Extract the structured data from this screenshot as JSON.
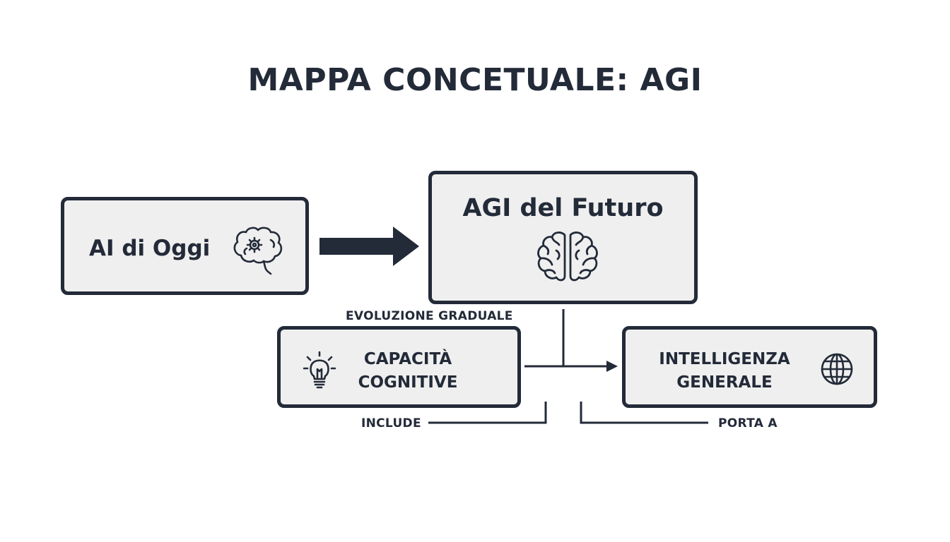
{
  "title": "MAPPA CONCETUALE: AGI",
  "nodes": {
    "today": {
      "label": "AI di Oggi",
      "icon": "brain-gear-icon"
    },
    "future": {
      "label": "AGI del Futuro",
      "icon": "brain-icon"
    },
    "cognitive": {
      "line1": "CAPACITÀ",
      "line2": "COGNITIVE",
      "icon": "lightbulb-icon"
    },
    "general": {
      "line1": "INTELLIGENZA",
      "line2": "GENERALE",
      "icon": "globe-icon"
    }
  },
  "edges": {
    "evolution": "EVOLUZIONE GRADUALE",
    "includes": "INCLUDE",
    "leads_to": "PORTA A"
  },
  "colors": {
    "stroke": "#232a38",
    "node_fill": "#efefef",
    "background": "#ffffff"
  }
}
